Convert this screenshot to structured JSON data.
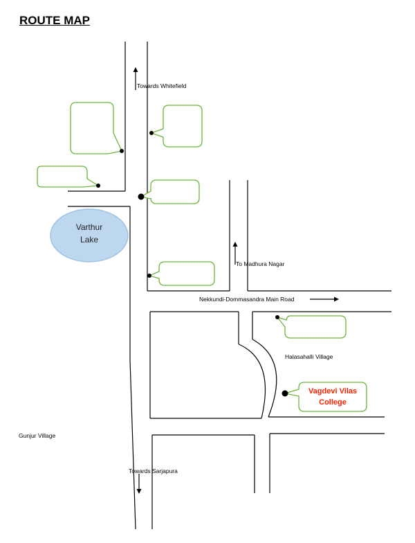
{
  "title": "ROUTE MAP",
  "lake": {
    "line1": "Varthur",
    "line2": "Lake",
    "fill": "#bdd7ee",
    "stroke": "#9dc3e6"
  },
  "labels": {
    "whitefield": "Towards Whitefield",
    "madhura": "To Madhura Nagar",
    "main_road": "Nekkundi-Dommasandra Main Road",
    "halasahalli": "Halasahalli Village",
    "gunjur": "Gunjur Village",
    "sarjapura": "Towards Sarjapura"
  },
  "college": {
    "line1": "Vagdevi Vilas",
    "line2": "College",
    "color": "#ff2200"
  },
  "colors": {
    "callout_border": "#6db33f",
    "road": "#000000"
  }
}
